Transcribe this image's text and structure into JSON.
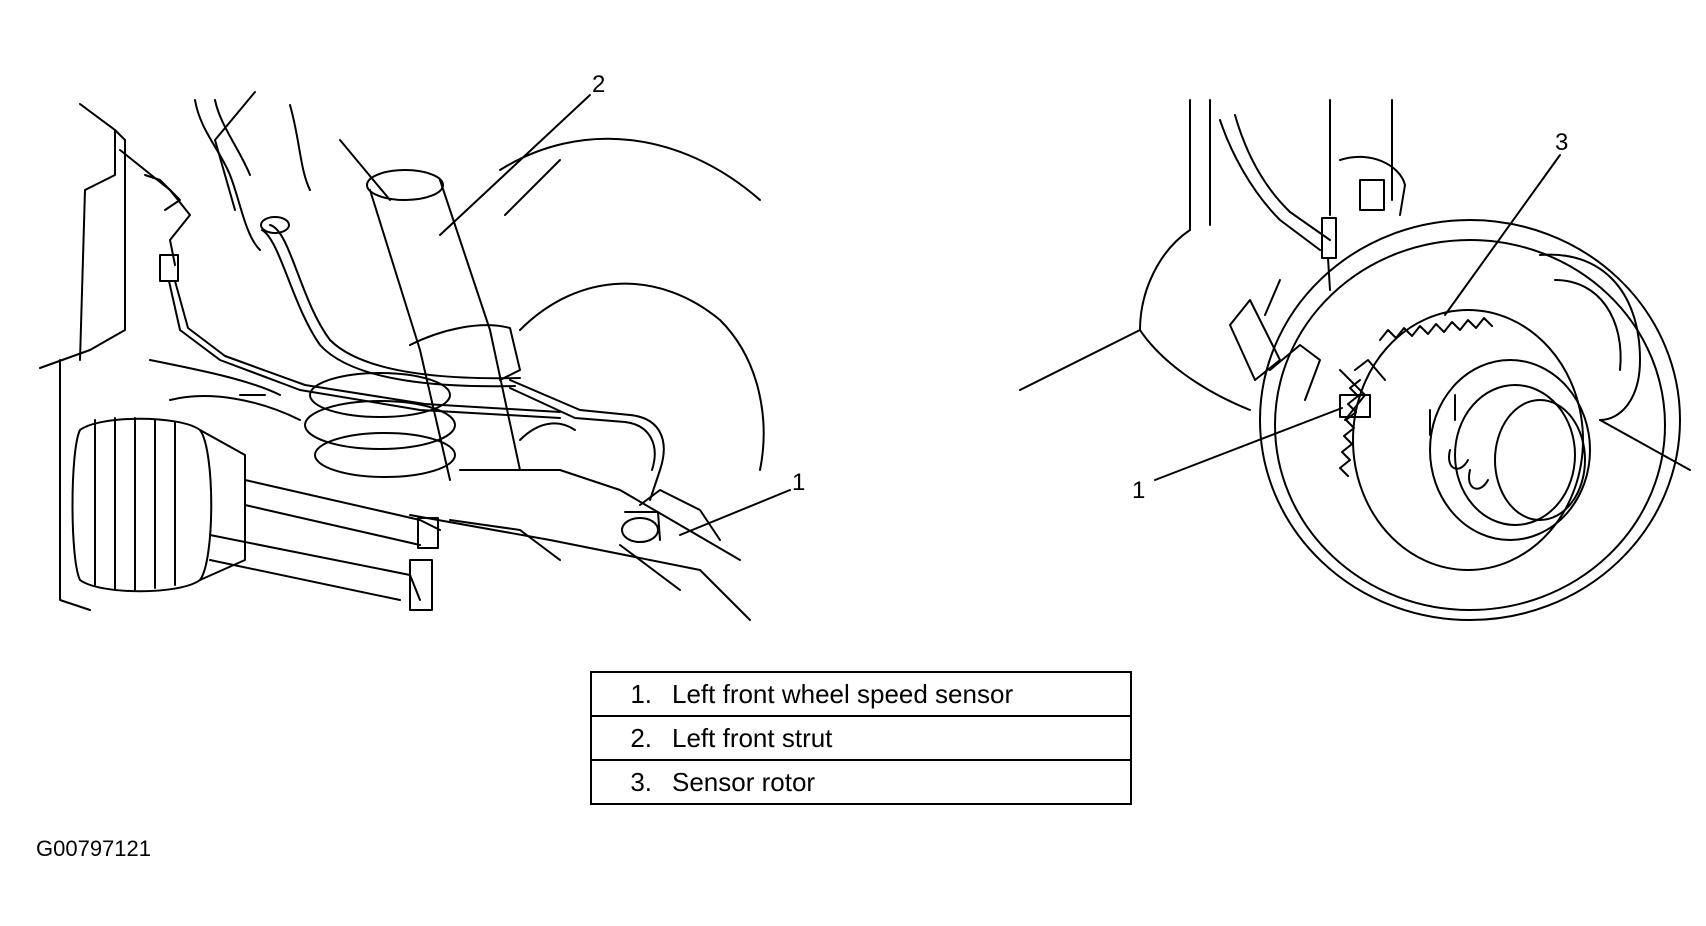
{
  "callouts": {
    "left_view": {
      "sensor": "1",
      "strut": "2"
    },
    "right_view": {
      "sensor": "1",
      "rotor": "3"
    }
  },
  "legend": [
    {
      "number": "1.",
      "label": "Left front wheel speed sensor"
    },
    {
      "number": "2.",
      "label": "Left front strut"
    },
    {
      "number": "3.",
      "label": "Sensor rotor"
    }
  ],
  "figure_id": "G00797121"
}
